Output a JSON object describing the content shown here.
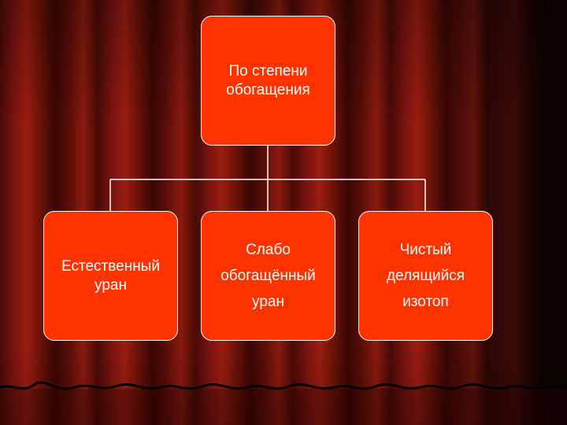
{
  "diagram": {
    "root": {
      "label": "По степени\nобогащения"
    },
    "children": [
      {
        "label": "Естественный\nуран"
      },
      {
        "label": "Слабо\nобогащённый\nуран"
      },
      {
        "label": "Чистый\nделящийся\nизотоп"
      }
    ]
  },
  "colors": {
    "node_fill": "#ff3300",
    "node_border": "#ffffff",
    "connector": "#ffffff",
    "curtain": "#7a1410"
  }
}
